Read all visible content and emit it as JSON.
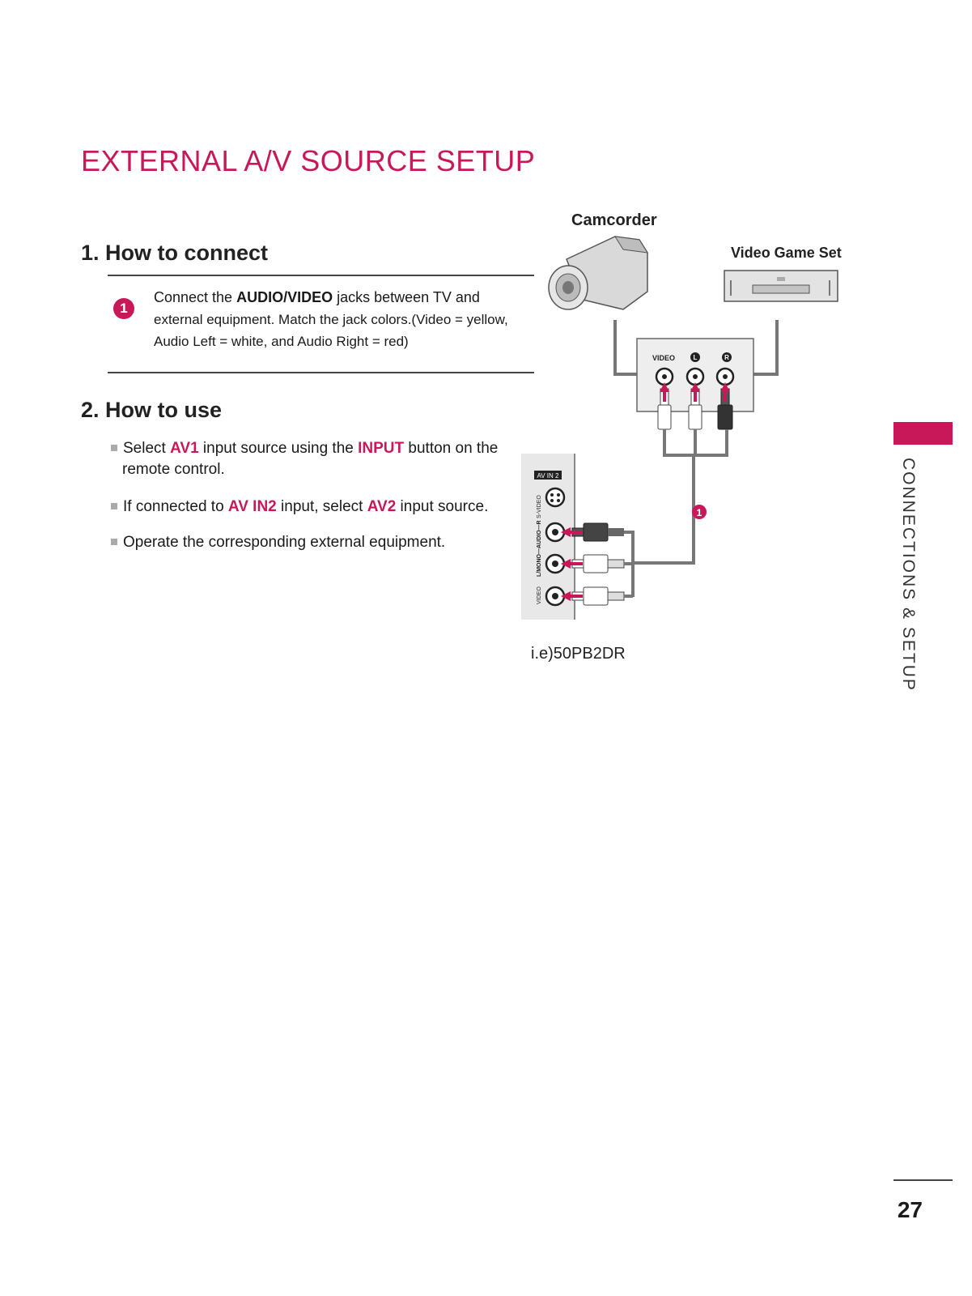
{
  "title": "EXTERNAL A/V SOURCE SETUP",
  "section1": {
    "heading": "1. How to connect",
    "step_number": "1",
    "text_a": "Connect the ",
    "text_b": "AUDIO/VIDEO",
    "text_c": " jacks between TV and",
    "line2": "external equipment. Match the jack colors.(Video = yellow,",
    "line3": "Audio Left = white, and Audio Right = red)"
  },
  "section2": {
    "heading": "2. How to use",
    "b1_a": "Select ",
    "b1_b": "AV1",
    "b1_c": " input source using the ",
    "b1_d": "INPUT",
    "b1_e": " button on the",
    "b1_f": "remote control.",
    "b2_a": "If connected to ",
    "b2_b": "AV IN2",
    "b2_c": " input, select ",
    "b2_d": "AV2",
    "b2_e": " input source.",
    "b3": "Operate the corresponding external equipment."
  },
  "diagram": {
    "camcorder_label": "Camcorder",
    "game_label": "Video Game Set",
    "jack_video": "VIDEO",
    "jack_l": "L",
    "jack_r": "R",
    "panel_label": "AV IN 2",
    "svideo_label": "S-VIDEO",
    "audio_label": "L/MONO—AUDIO—R",
    "video_label": "VIDEO",
    "callout": "1",
    "model_caption": "i.e)50PB2DR"
  },
  "side_label": "CONNECTIONS & SETUP",
  "page_number": "27",
  "colors": {
    "accent": "#c8185a"
  }
}
